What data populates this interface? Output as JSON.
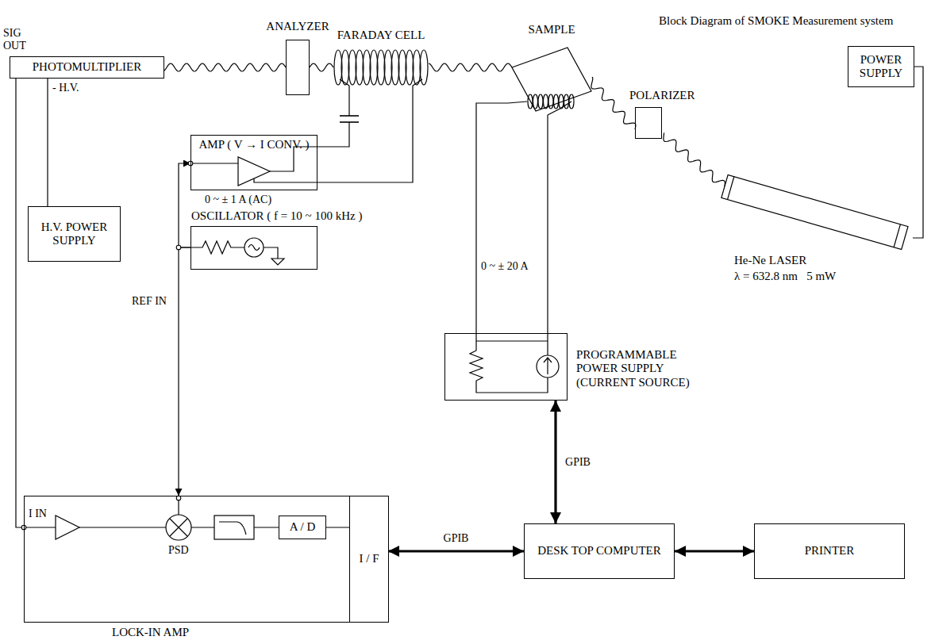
{
  "diagram": {
    "title": "Block Diagram of SMOKE Measurement system",
    "nodes": [
      {
        "text": [
          "PHOTOMULTIPLIER"
        ]
      },
      {
        "text": [
          "ANALYZER"
        ]
      },
      {
        "text": [
          "FARADAY CELL"
        ]
      },
      {
        "text": [
          "SAMPLE"
        ]
      },
      {
        "text": [
          "POLARIZER"
        ]
      },
      {
        "text": [
          "POWER SUPPLY"
        ]
      },
      {
        "text": [
          "He-Ne LASER",
          "λ = 632.8 nm   5 mW"
        ]
      },
      {
        "text": [
          "H.V. POWER SUPPLY"
        ]
      },
      {
        "text": [
          "AMP ( V → I CONV. )"
        ]
      },
      {
        "text": [
          "OSCILLATOR ( f = 10 ~ 100 kHz )"
        ]
      },
      {
        "text": [
          "PROGRAMMABLE POWER SUPPLY (CURRENT SOURCE)"
        ]
      },
      {
        "text": [
          "LOCK-IN AMP"
        ]
      },
      {
        "text": [
          "A / D"
        ],
        "in": 11
      },
      {
        "text": [
          "I / F"
        ],
        "in": 11
      },
      {
        "text": [
          "DESK TOP COMPUTER"
        ]
      },
      {
        "text": [
          "PRINTER"
        ]
      }
    ],
    "edges": [
      {
        "from": 6,
        "to": 4,
        "arrow": "none"
      },
      {
        "from": 4,
        "to": 3,
        "arrow": "none"
      },
      {
        "from": 3,
        "to": 2,
        "arrow": "none"
      },
      {
        "from": 2,
        "to": 1,
        "arrow": "none"
      },
      {
        "from": 1,
        "to": 0,
        "arrow": "none"
      },
      {
        "from": 5,
        "to": 6,
        "arrow": "none"
      },
      {
        "from": 7,
        "to": 0,
        "arrow": "none"
      },
      {
        "from": 0,
        "to": 11,
        "arrow": "none"
      },
      {
        "from": 8,
        "to": 2,
        "arrow": "none"
      },
      {
        "from": 8,
        "to": 2,
        "arrow": "none"
      },
      {
        "from": 9,
        "to": 8,
        "arrow": "to"
      },
      {
        "from": 9,
        "to": 11,
        "arrow": "to"
      },
      {
        "from": 10,
        "to": 3,
        "arrow": "none"
      },
      {
        "from": 10,
        "to": 3,
        "arrow": "none"
      },
      {
        "from": 13,
        "to": 14,
        "label": "GPIB",
        "arrow": "both"
      },
      {
        "from": 14,
        "to": 10,
        "label": "GPIB",
        "arrow": "both"
      },
      {
        "from": 14,
        "to": 15,
        "arrow": "both"
      }
    ],
    "labels": [
      "SIG OUT",
      "- H.V.",
      "0 ~ ± 1 A (AC)",
      "REF IN",
      "I IN",
      "PSD",
      "0 ~ ± 20 A"
    ]
  }
}
